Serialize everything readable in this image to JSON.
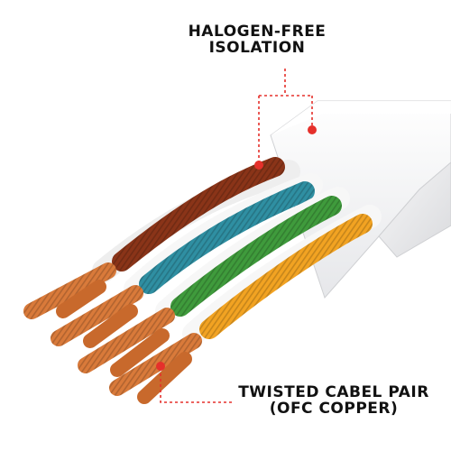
{
  "callouts": {
    "insulation": {
      "line1": "HALOGEN-FREE",
      "line2": "ISOLATION"
    },
    "conductors": {
      "line1": "TWISTED CABEL PAIR",
      "line2": "(OFC COPPER)"
    }
  },
  "colors": {
    "accent_red": "#e5302b",
    "cable_jacket": "#f1f2f4",
    "copper": "#d97a3a",
    "wire_brown": "#8a3418",
    "wire_blue": "#2f8fa2",
    "wire_green": "#3f9b3c",
    "wire_orange": "#f2a322",
    "wire_white": "#f7f7f7"
  },
  "icons": [
    "callout-dot-icon",
    "callout-leader-line"
  ]
}
